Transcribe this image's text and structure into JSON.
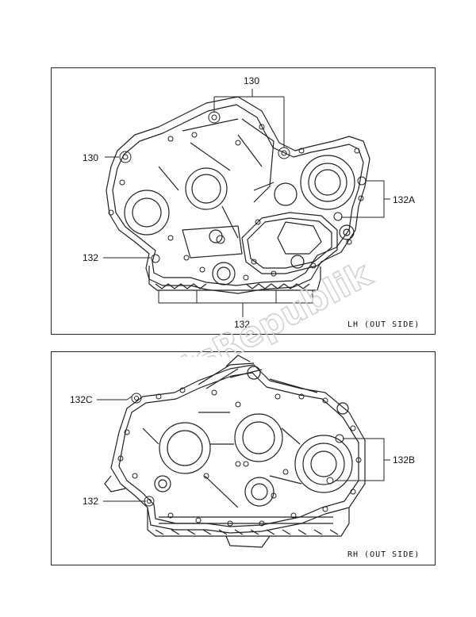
{
  "watermark": "PartsRepublik",
  "panels": {
    "lh": {
      "side_label": "LH (OUT SIDE)",
      "callouts": {
        "c130_top": "130",
        "c130_left": "130",
        "c132a": "132A",
        "c132_left": "132",
        "c132_bottom": "132"
      }
    },
    "rh": {
      "side_label": "RH (OUT SIDE)",
      "callouts": {
        "c132c": "132C",
        "c132b": "132B",
        "c132_left": "132"
      }
    }
  },
  "colors": {
    "line": "#222222",
    "watermark": "#d6d6d6"
  }
}
